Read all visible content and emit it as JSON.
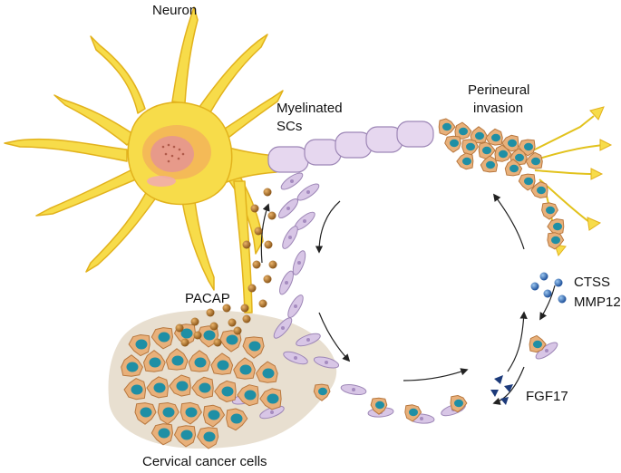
{
  "labels": {
    "neuron": "Neuron",
    "myelinated_line1": "Myelinated",
    "myelinated_line2": "SCs",
    "perineural_line1": "Perineural",
    "perineural_line2": "invasion",
    "ctss": "CTSS",
    "mmp12": "MMP12",
    "pacap": "PACAP",
    "fgf17": "FGF17",
    "cervical_cancer": "Cervical cancer cells"
  },
  "colors": {
    "neuron_yellow": "#f7dc4a",
    "neuron_outline": "#e2b21c",
    "nucleus_pink": "#e79a8a",
    "schwann_purple": "#d8c6e6",
    "schwann_outline": "#9d86b6",
    "cancer_orange": "#e8b07a",
    "cancer_outline": "#b8783f",
    "cancer_nucleus": "#1f8fa5",
    "tumor_bg": "#e5dccb",
    "pacap_brown": "#b5782b",
    "ctss_blue": "#2e6fb8",
    "fgf17_navy": "#1c3a7a",
    "arrow": "#222222"
  },
  "icons": [
    "neuron-icon",
    "schwann-cell-icon",
    "cancer-cell-icon",
    "pacap-granule-icon",
    "ctss-molecule-icon",
    "fgf17-triangle-icon",
    "cycle-arrow-icon"
  ]
}
